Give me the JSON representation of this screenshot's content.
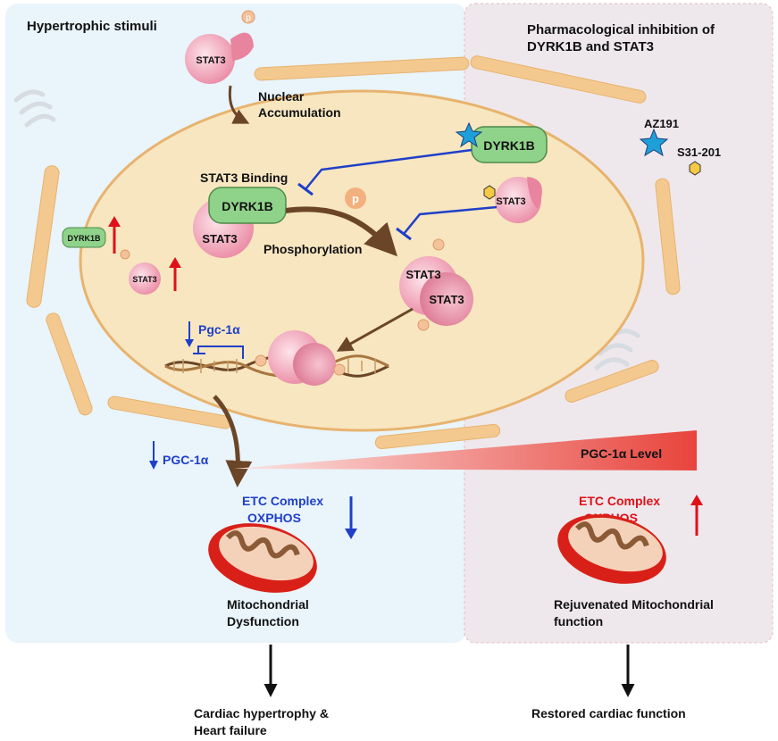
{
  "panels": {
    "left_title": "Hypertrophic stimuli",
    "right_title_line1": "Pharmacological inhibition of",
    "right_title_line2": "DYRK1B and STAT3"
  },
  "nucleus": {
    "nuclear_line1": "Nuclear",
    "nuclear_line2": "Accumulation",
    "stat3_binding": "STAT3 Binding",
    "phosphorylation": "Phosphorylation",
    "pgc_gene": "Pgc-1α"
  },
  "proteins": {
    "stat3": "STAT3",
    "dyrk1b": "DYRK1B",
    "p": "p"
  },
  "drugs": {
    "az191": "AZ191",
    "s31": "S31-201"
  },
  "left_outcome": {
    "pgc_protein": "PGC-1α",
    "etc_line1": "ETC Complex",
    "etc_line2": "OXPHOS",
    "result_line1": "Mitochondrial",
    "result_line2": "Dysfunction",
    "final_line1": "Cardiac hypertrophy &",
    "final_line2": "Heart failure"
  },
  "right_outcome": {
    "gradient_label": "PGC-1α Level",
    "etc_line1": "ETC Complex",
    "etc_line2": "OXPHOS",
    "result_line1": "Rejuvenated Mitochondrial",
    "result_line2": "function",
    "final": "Restored cardiac function"
  },
  "colors": {
    "left_panel_bg": "#e9f4fb",
    "right_panel_bg": "#eee8ec",
    "nucleus_fill": "#f7e6c0",
    "membrane": "#f4c98f",
    "stat3_pink": "#f2a9bc",
    "dyrk1b_green": "#8fd38a",
    "inhibit_blue": "#1f3fc9",
    "activate_brown": "#6b4527",
    "up_red": "#e0101a",
    "down_blue": "#1f3fc9"
  }
}
